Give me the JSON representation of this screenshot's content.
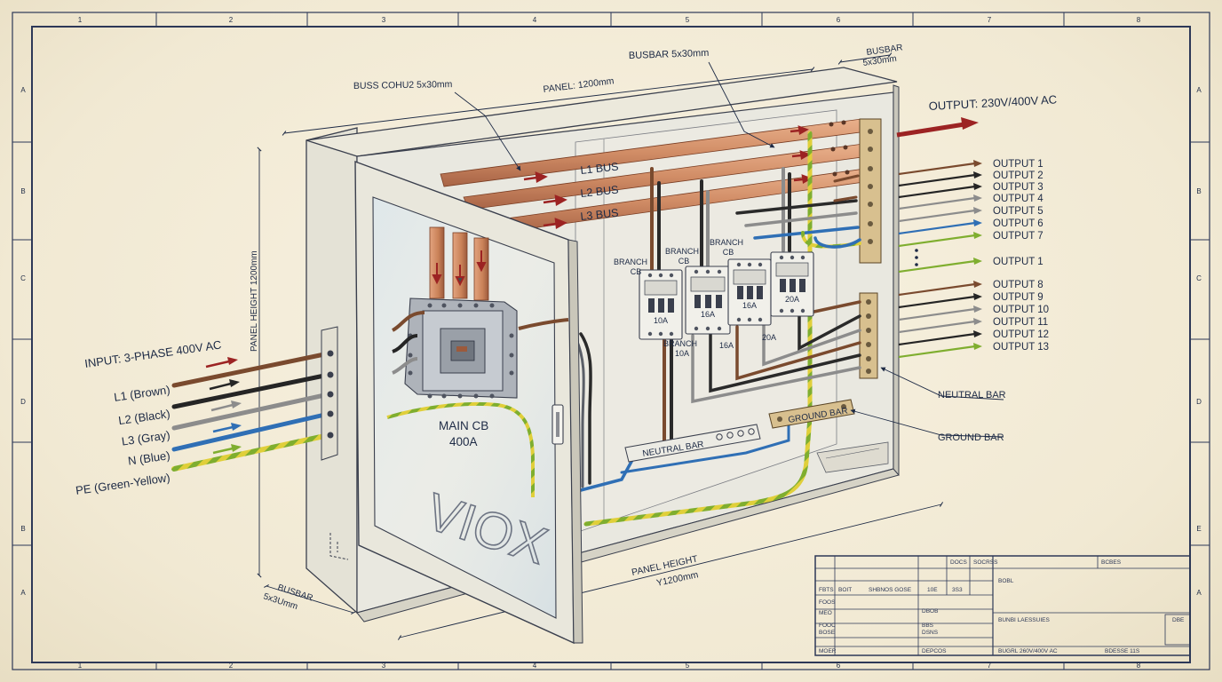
{
  "frame": {
    "cols": [
      "1",
      "2",
      "3",
      "4",
      "5",
      "6",
      "7",
      "8"
    ],
    "rows_left": [
      "A",
      "B",
      "C",
      "D",
      "B",
      "A"
    ],
    "rows_right": [
      "A",
      "B",
      "C",
      "D",
      "E",
      "A"
    ]
  },
  "dimensions": {
    "panel_width": "PANEL: 1200mm",
    "panel_height_side": "PANEL HEIGHT 1200mm",
    "panel_height_bottom_1": "PANEL HEIGHT",
    "panel_height_bottom_2": "Y1200mm",
    "busbar_top_1": "BUSBAR",
    "busbar_top_2": "5x30mm",
    "busbar_bottom_1": "BUSBAR",
    "busbar_bottom_2": "5x3Umm"
  },
  "callouts": {
    "busbar_main": "BUSBAR 5x30mm",
    "busbar_left": "BUSS COHU2 5x30mm",
    "output_main": "OUTPUT: 230V/400V AC",
    "neutral_bar": "NEUTRAL BAR",
    "ground_bar": "GROUND BAR"
  },
  "input": {
    "title": "INPUT: 3-PHASE 400V AC",
    "wires": [
      {
        "label": "L1 (Brown)",
        "color": "#7a4a2e"
      },
      {
        "label": "L2 (Black)",
        "color": "#252525"
      },
      {
        "label": "L3 (Gray)",
        "color": "#8c8c8c"
      },
      {
        "label": "N (Blue)",
        "color": "#2f6fb5"
      },
      {
        "label": "PE (Green-Yellow)",
        "color": "#7fae2f"
      }
    ]
  },
  "buses": [
    "L1 BUS",
    "L2 BUS",
    "L3 BUS"
  ],
  "main_cb": {
    "line1": "MAIN CB",
    "line2": "400A"
  },
  "branch_cbs": [
    {
      "top1": "BRANCH",
      "top2": "CB",
      "rating": "10A",
      "bottom1": "BRANCH",
      "bottom2": "10A"
    },
    {
      "top1": "BRANCH",
      "top2": "CB",
      "rating": "16A",
      "bottom1": "16A",
      "bottom2": ""
    },
    {
      "top1": "BRANCH",
      "top2": "CB",
      "rating": "16A",
      "bottom1": "20A",
      "bottom2": ""
    },
    {
      "top1": "",
      "top2": "",
      "rating": "20A",
      "bottom1": "",
      "bottom2": ""
    }
  ],
  "inner_bars": {
    "neutral": "NEUTRAL BAR",
    "ground": "GROUND BAR"
  },
  "brand": "VIOX",
  "outputs": [
    {
      "label": "OUTPUT 1",
      "color": "#7a4a2e"
    },
    {
      "label": "OUTPUT 2",
      "color": "#252525"
    },
    {
      "label": "OUTPUT 3",
      "color": "#252525"
    },
    {
      "label": "OUTPUT 4",
      "color": "#8c8c8c"
    },
    {
      "label": "OUTPUT 5",
      "color": "#8c8c8c"
    },
    {
      "label": "OUTPUT 6",
      "color": "#2f6fb5"
    },
    {
      "label": "OUTPUT 7",
      "color": "#7fae2f"
    },
    {
      "label": "OUTPUT 1",
      "color": "#7fae2f"
    },
    {
      "label": "OUTPUT 8",
      "color": "#7a4a2e"
    },
    {
      "label": "OUTPUT 9",
      "color": "#252525"
    },
    {
      "label": "OUTPUT 10",
      "color": "#8c8c8c"
    },
    {
      "label": "OUTPUT 11",
      "color": "#8c8c8c"
    },
    {
      "label": "OUTPUT 12",
      "color": "#252525"
    },
    {
      "label": "OUTPUT 13",
      "color": "#7fae2f"
    }
  ],
  "title_block": {
    "r1": [
      "DOCS",
      "SOCRSS",
      "BCBES"
    ],
    "r2": [
      "BOBL"
    ],
    "r3": [
      "FBTS",
      "BOIT",
      "SHBNOS GOSE",
      "10E",
      "3S3"
    ],
    "r4": [
      "FOOS"
    ],
    "r5": [
      "MEO",
      "DBOB",
      "BUNBI LAESSUIES",
      "DBE"
    ],
    "r6": [
      "FOOC",
      "BBS"
    ],
    "r7": [
      "BOSE",
      "DSNS"
    ],
    "r8": [
      "MOER",
      "DEPCOS",
      "BUGRL 260V/400V AC",
      "BDESSE 11S"
    ]
  }
}
